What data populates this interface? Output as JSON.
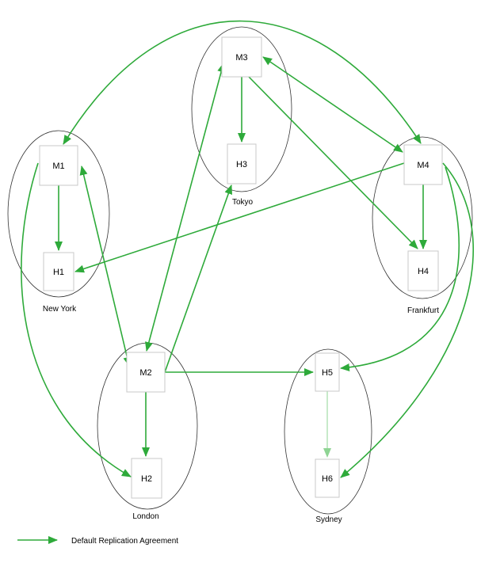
{
  "colors": {
    "arrow": "#2eaa3a",
    "arrow_light": "#8fd494"
  },
  "sites": [
    {
      "id": "tokyo",
      "label": "Tokyo"
    },
    {
      "id": "newyork",
      "label": "New York"
    },
    {
      "id": "frankfurt",
      "label": "Frankfurt"
    },
    {
      "id": "london",
      "label": "London"
    },
    {
      "id": "sydney",
      "label": "Sydney"
    }
  ],
  "nodes": [
    {
      "id": "M3",
      "label": "M3"
    },
    {
      "id": "H3",
      "label": "H3"
    },
    {
      "id": "M1",
      "label": "M1"
    },
    {
      "id": "H1",
      "label": "H1"
    },
    {
      "id": "M4",
      "label": "M4"
    },
    {
      "id": "H4",
      "label": "H4"
    },
    {
      "id": "M2",
      "label": "M2"
    },
    {
      "id": "H2",
      "label": "H2"
    },
    {
      "id": "H5",
      "label": "H5"
    },
    {
      "id": "H6",
      "label": "H6"
    }
  ],
  "edges": [
    {
      "from": "M1",
      "to": "H1"
    },
    {
      "from": "M3",
      "to": "H3"
    },
    {
      "from": "M4",
      "to": "H4"
    },
    {
      "from": "M2",
      "to": "H2"
    },
    {
      "from": "H5",
      "to": "H6",
      "style": "light"
    },
    {
      "from": "M3",
      "to": "H4"
    },
    {
      "from": "M4",
      "to": "H1"
    },
    {
      "from": "M2",
      "to": "H3"
    },
    {
      "from": "M2",
      "to": "H5"
    },
    {
      "from": "M1",
      "to": "M2",
      "bidirectional": true
    },
    {
      "from": "M3",
      "to": "M4",
      "bidirectional": true
    },
    {
      "from": "M2",
      "to": "M3",
      "bidirectional": true
    },
    {
      "from": "M1",
      "to": "M4",
      "bidirectional": true
    },
    {
      "from": "M1",
      "to": "H2"
    },
    {
      "from": "M4",
      "to": "H5"
    },
    {
      "from": "M4",
      "to": "H6"
    }
  ],
  "legend": {
    "label": "Default Replication Agreement"
  }
}
